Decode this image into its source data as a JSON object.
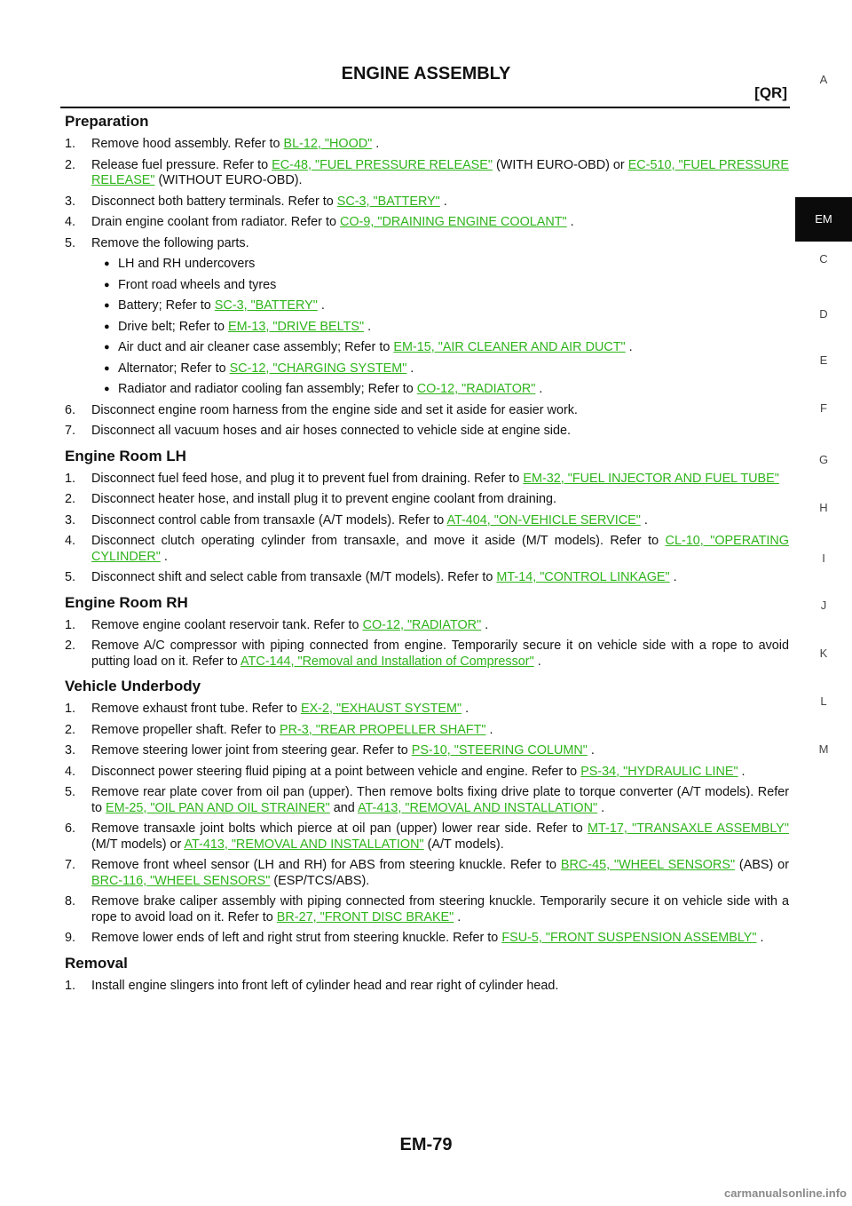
{
  "header": {
    "title": "ENGINE ASSEMBLY",
    "code": "[QR]"
  },
  "side_nav": {
    "letters": [
      "A",
      "EM",
      "C",
      "D",
      "E",
      "F",
      "G",
      "H",
      "I",
      "J",
      "K",
      "L",
      "M"
    ],
    "active": "EM"
  },
  "sections": [
    {
      "title": "Preparation",
      "steps": [
        {
          "num": "1.",
          "parts": [
            {
              "t": "Remove hood assembly. Refer to "
            },
            {
              "r": "BL-12, \"HOOD\""
            },
            {
              "t": " ."
            }
          ]
        },
        {
          "num": "2.",
          "parts": [
            {
              "t": "Release fuel pressure. Refer to "
            },
            {
              "r": "EC-48, \"FUEL PRESSURE RELEASE\""
            },
            {
              "t": " (WITH EURO-OBD) or "
            },
            {
              "r": "EC-510, \"FUEL PRESSURE RELEASE\""
            },
            {
              "t": " (WITHOUT EURO-OBD)."
            }
          ]
        },
        {
          "num": "3.",
          "parts": [
            {
              "t": "Disconnect both battery terminals. Refer to "
            },
            {
              "r": "SC-3, \"BATTERY\""
            },
            {
              "t": " ."
            }
          ]
        },
        {
          "num": "4.",
          "parts": [
            {
              "t": "Drain engine coolant from radiator. Refer to "
            },
            {
              "r": "CO-9, \"DRAINING ENGINE COOLANT\""
            },
            {
              "t": " ."
            }
          ]
        },
        {
          "num": "5.",
          "parts": [
            {
              "t": "Remove the following parts."
            }
          ],
          "bullets": [
            [
              {
                "t": "LH and RH undercovers"
              }
            ],
            [
              {
                "t": "Front road wheels and tyres"
              }
            ],
            [
              {
                "t": "Battery; Refer to "
              },
              {
                "r": "SC-3, \"BATTERY\""
              },
              {
                "t": " ."
              }
            ],
            [
              {
                "t": "Drive belt; Refer to "
              },
              {
                "r": "EM-13, \"DRIVE BELTS\""
              },
              {
                "t": " ."
              }
            ],
            [
              {
                "t": "Air duct and air cleaner case assembly; Refer to "
              },
              {
                "r": "EM-15, \"AIR CLEANER AND AIR DUCT\""
              },
              {
                "t": " ."
              }
            ],
            [
              {
                "t": "Alternator; Refer to "
              },
              {
                "r": "SC-12, \"CHARGING SYSTEM\""
              },
              {
                "t": " ."
              }
            ],
            [
              {
                "t": "Radiator and radiator cooling fan assembly; Refer to "
              },
              {
                "r": "CO-12, \"RADIATOR\""
              },
              {
                "t": " ."
              }
            ]
          ]
        },
        {
          "num": "6.",
          "parts": [
            {
              "t": "Disconnect engine room harness from the engine side and set it aside for easier work."
            }
          ]
        },
        {
          "num": "7.",
          "parts": [
            {
              "t": "Disconnect all vacuum hoses and air hoses connected to vehicle side at engine side."
            }
          ]
        }
      ]
    },
    {
      "title": "Engine Room LH",
      "steps": [
        {
          "num": "1.",
          "parts": [
            {
              "t": "Disconnect fuel feed hose, and plug it to prevent fuel from draining. Refer to "
            },
            {
              "r": "EM-32, \"FUEL INJECTOR AND FUEL TUBE\""
            }
          ]
        },
        {
          "num": "2.",
          "parts": [
            {
              "t": "Disconnect heater hose, and install plug it to prevent engine coolant from draining."
            }
          ]
        },
        {
          "num": "3.",
          "parts": [
            {
              "t": "Disconnect control cable from transaxle (A/T models). Refer to "
            },
            {
              "r": "AT-404, \"ON-VEHICLE SERVICE\""
            },
            {
              "t": " ."
            }
          ]
        },
        {
          "num": "4.",
          "parts": [
            {
              "t": "Disconnect clutch operating cylinder from transaxle, and move it aside (M/T models). Refer to "
            },
            {
              "r": "CL-10, \"OPERATING CYLINDER\""
            },
            {
              "t": " ."
            }
          ]
        },
        {
          "num": "5.",
          "parts": [
            {
              "t": "Disconnect shift and select cable from transaxle (M/T models). Refer to "
            },
            {
              "r": "MT-14, \"CONTROL LINKAGE\""
            },
            {
              "t": " ."
            }
          ]
        }
      ]
    },
    {
      "title": "Engine Room RH",
      "steps": [
        {
          "num": "1.",
          "parts": [
            {
              "t": "Remove engine coolant reservoir tank. Refer to "
            },
            {
              "r": "CO-12, \"RADIATOR\""
            },
            {
              "t": " ."
            }
          ]
        },
        {
          "num": "2.",
          "parts": [
            {
              "t": "Remove A/C compressor with piping connected from engine. Temporarily secure it on vehicle side with a rope to avoid putting load on it. Refer to "
            },
            {
              "r": "ATC-144, \"Removal and Installation of Compressor\""
            },
            {
              "t": " ."
            }
          ]
        }
      ]
    },
    {
      "title": "Vehicle Underbody",
      "steps": [
        {
          "num": "1.",
          "parts": [
            {
              "t": "Remove exhaust front tube. Refer to "
            },
            {
              "r": "EX-2, \"EXHAUST SYSTEM\""
            },
            {
              "t": " ."
            }
          ]
        },
        {
          "num": "2.",
          "parts": [
            {
              "t": "Remove propeller shaft. Refer to "
            },
            {
              "r": "PR-3, \"REAR PROPELLER SHAFT\""
            },
            {
              "t": " ."
            }
          ]
        },
        {
          "num": "3.",
          "parts": [
            {
              "t": "Remove steering lower joint from steering gear. Refer to "
            },
            {
              "r": "PS-10, \"STEERING COLUMN\""
            },
            {
              "t": " ."
            }
          ]
        },
        {
          "num": "4.",
          "parts": [
            {
              "t": "Disconnect power steering fluid piping at a point between vehicle and engine. Refer to "
            },
            {
              "r": "PS-34, \"HYDRAULIC LINE\""
            },
            {
              "t": " ."
            }
          ]
        },
        {
          "num": "5.",
          "parts": [
            {
              "t": "Remove rear plate cover from oil pan (upper). Then remove bolts fixing drive plate to torque converter (A/T models). Refer to "
            },
            {
              "r": "EM-25, \"OIL PAN AND OIL STRAINER\""
            },
            {
              "t": " and "
            },
            {
              "r": "AT-413, \"REMOVAL AND INSTALLATION\""
            },
            {
              "t": " ."
            }
          ]
        },
        {
          "num": "6.",
          "parts": [
            {
              "t": "Remove transaxle joint bolts which pierce at oil pan (upper) lower rear side. Refer to "
            },
            {
              "r": "MT-17, \"TRANSAXLE ASSEMBLY\""
            },
            {
              "t": " (M/T models) or "
            },
            {
              "r": "AT-413, \"REMOVAL AND INSTALLATION\""
            },
            {
              "t": " (A/T models)."
            }
          ]
        },
        {
          "num": "7.",
          "parts": [
            {
              "t": "Remove front wheel sensor (LH and RH) for ABS from steering knuckle. Refer to "
            },
            {
              "r": "BRC-45, \"WHEEL SENSORS\""
            },
            {
              "t": " (ABS) or "
            },
            {
              "r": "BRC-116, \"WHEEL SENSORS\""
            },
            {
              "t": " (ESP/TCS/ABS)."
            }
          ]
        },
        {
          "num": "8.",
          "parts": [
            {
              "t": "Remove brake caliper assembly with piping connected from steering knuckle. Temporarily secure it on vehicle side with a rope to avoid load on it. Refer to "
            },
            {
              "r": "BR-27, \"FRONT DISC BRAKE\""
            },
            {
              "t": " ."
            }
          ]
        },
        {
          "num": "9.",
          "parts": [
            {
              "t": "Remove lower ends of left and right strut from steering knuckle. Refer to "
            },
            {
              "r": "FSU-5, \"FRONT SUSPENSION ASSEMBLY\""
            },
            {
              "t": " ."
            }
          ]
        }
      ]
    },
    {
      "title": "Removal",
      "steps": [
        {
          "num": "1.",
          "parts": [
            {
              "t": "Install engine slingers into front left of cylinder head and rear right of cylinder head."
            }
          ]
        }
      ]
    }
  ],
  "footer": {
    "page_number": "EM-79",
    "watermark": "carmanualsonline.info"
  },
  "colors": {
    "link": "#2fb41c",
    "text": "#111111",
    "tab_active_bg": "#0b0b0b"
  }
}
